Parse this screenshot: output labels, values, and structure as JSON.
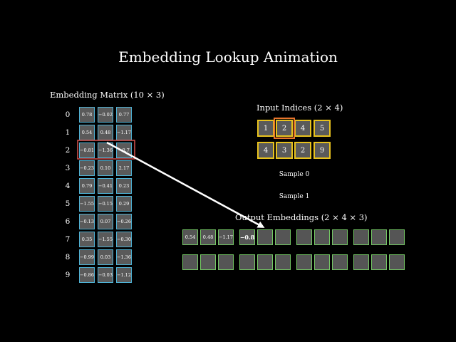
{
  "title": "Embedding Lookup Animation",
  "matrix": {
    "label": "Embedding Matrix (10 × 3)",
    "row_indices": [
      "0",
      "1",
      "2",
      "3",
      "4",
      "5",
      "6",
      "7",
      "8",
      "9"
    ],
    "rows": [
      [
        "0.78",
        "−0.02",
        "0.77"
      ],
      [
        "0.54",
        "0.48",
        "−1.17"
      ],
      [
        "−0.81",
        "−1.36",
        "−0.7"
      ],
      [
        "−0.23",
        "0.10",
        "2.17"
      ],
      [
        "0.79",
        "−0.41",
        "0.23"
      ],
      [
        "−1.55",
        "−0.15",
        "0.29"
      ],
      [
        "−0.13",
        "0.07",
        "−0.26"
      ],
      [
        "0.35",
        "−1.55",
        "−0.30"
      ],
      [
        "−0.99",
        "0.03",
        "−1.36"
      ],
      [
        "−0.86",
        "−0.03",
        "−1.12"
      ]
    ],
    "highlight_row": 2,
    "border_color": "#4fb3d6",
    "highlight_color": "#d9534f"
  },
  "indices": {
    "label": "Input Indices (2 × 4)",
    "rows": [
      [
        "1",
        "2",
        "4",
        "5"
      ],
      [
        "4",
        "3",
        "2",
        "9"
      ]
    ],
    "highlight": [
      0,
      1
    ],
    "border_color": "#e8c21d",
    "highlight_color": "#e8742c"
  },
  "samples": [
    "Sample 0",
    "Sample 1"
  ],
  "output": {
    "label": "Output Embeddings (2 × 4 × 3)",
    "row0_group0": [
      "0.54",
      "0.48",
      "−1.17"
    ],
    "row0_group1_first": "−0.8",
    "border_color": "#74c764"
  },
  "arrow_color": "#ffffff"
}
